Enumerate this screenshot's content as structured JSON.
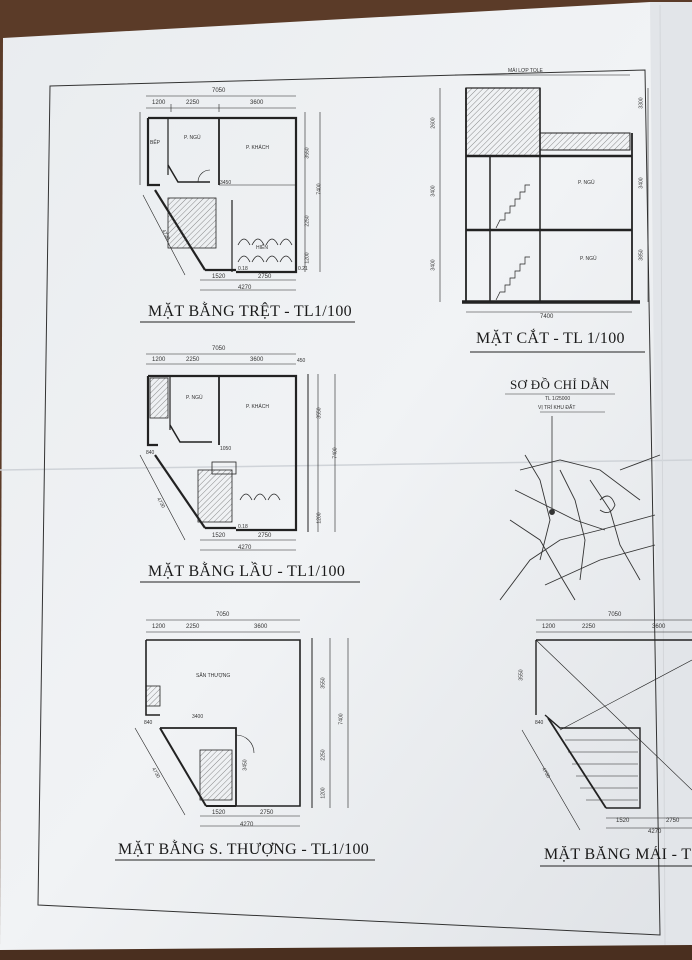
{
  "drawing": {
    "plans": [
      {
        "title": "MẶT BẰNG TRỆT - TL1/100",
        "dims_top": [
          "7050",
          "1200",
          "2250",
          "3600"
        ],
        "dims_bottom": [
          "1520",
          "2750",
          "4270",
          "0.18",
          "0.21"
        ],
        "dims_side": [
          "3550",
          "7400",
          "2250",
          "1200"
        ],
        "rooms": [
          "BẾP",
          "P. NGỦ",
          "P. KHÁCH",
          "HIÊN"
        ],
        "extra": [
          "3450",
          "4730"
        ]
      },
      {
        "title": "MẶT BẰNG LẦU - TL1/100",
        "dims_top": [
          "7050",
          "1200",
          "2250",
          "3600",
          "450"
        ],
        "dims_bottom": [
          "1520",
          "2750",
          "4270",
          "0.18"
        ],
        "dims_side": [
          "3550",
          "7400",
          "1200"
        ],
        "rooms": [
          "P. NGỦ",
          "P. KHÁCH"
        ],
        "extra": [
          "1050",
          "4730",
          "840"
        ]
      },
      {
        "title": "MẶT BẰNG S. THƯỢNG - TL1/100",
        "dims_top": [
          "7050",
          "1200",
          "2250",
          "3600"
        ],
        "dims_bottom": [
          "1520",
          "2750",
          "4270"
        ],
        "dims_side": [
          "3550",
          "7400",
          "2250",
          "1200"
        ],
        "rooms": [
          "SÂN THƯỢNG"
        ],
        "extra": [
          "3400",
          "3450",
          "4730",
          "840"
        ]
      },
      {
        "title": "MẶT BẰNG MÁI - T",
        "dims_top": [
          "7050",
          "1200",
          "2250",
          "3600"
        ],
        "dims_bottom": [
          "1520",
          "2750",
          "4270"
        ],
        "dims_side": [
          "3550"
        ],
        "extra": [
          "4730",
          "840"
        ]
      }
    ],
    "section": {
      "title": "MẶT CẮT - TL 1/100",
      "roof_label": "MÁI LỢP TOLE",
      "rooms": [
        "P. NGỦ",
        "P. NGỦ"
      ],
      "dims_left": [
        "2600",
        "3400",
        "3400"
      ],
      "dims_right": [
        "3300",
        "3400",
        "3850"
      ],
      "dims_bottom": [
        "7400"
      ]
    },
    "location": {
      "title": "SƠ ĐỒ CHỈ DẪN",
      "scale": "TL 1/25000",
      "marker": "VỊ TRÍ KHU ĐẤT"
    }
  }
}
